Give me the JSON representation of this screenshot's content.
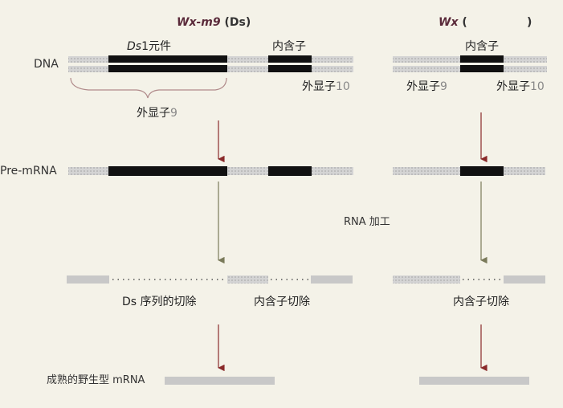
{
  "headers": {
    "left_gene": "Wx-m9",
    "left_suffix": "(Ds)",
    "right_gene": "Wx",
    "right_paren_open": "(",
    "right_paren_close": ")"
  },
  "row_labels": {
    "dna": "DNA",
    "pre_mrna": "Pre-mRNA",
    "mature": "成熟的野生型 mRNA"
  },
  "dna_labels": {
    "ds_element_prefix": "Ds",
    "ds_element_suffix": "1元件",
    "intron_left": "内含子",
    "intron_right": "内含子",
    "exon10_left_text": "外显子",
    "exon10_left_num": "10",
    "exon9_right_text": "外显子",
    "exon9_right_num": "9",
    "exon10_right_text": "外显子",
    "exon10_right_num": "10",
    "exon9_brace_text": "外显子",
    "exon9_brace_num": "9"
  },
  "processing": {
    "label": "RNA 加工"
  },
  "splice_labels": {
    "ds_excision": "Ds 序列的切除",
    "intron_excision_left": "内含子切除",
    "intron_excision_right": "内含子切除"
  },
  "colors": {
    "background": "#f4f2e8",
    "exon_gray": "#c8c8c8",
    "black_block": "#111111",
    "arrow": "#8a2a2a",
    "brace": "#b08a8a"
  }
}
